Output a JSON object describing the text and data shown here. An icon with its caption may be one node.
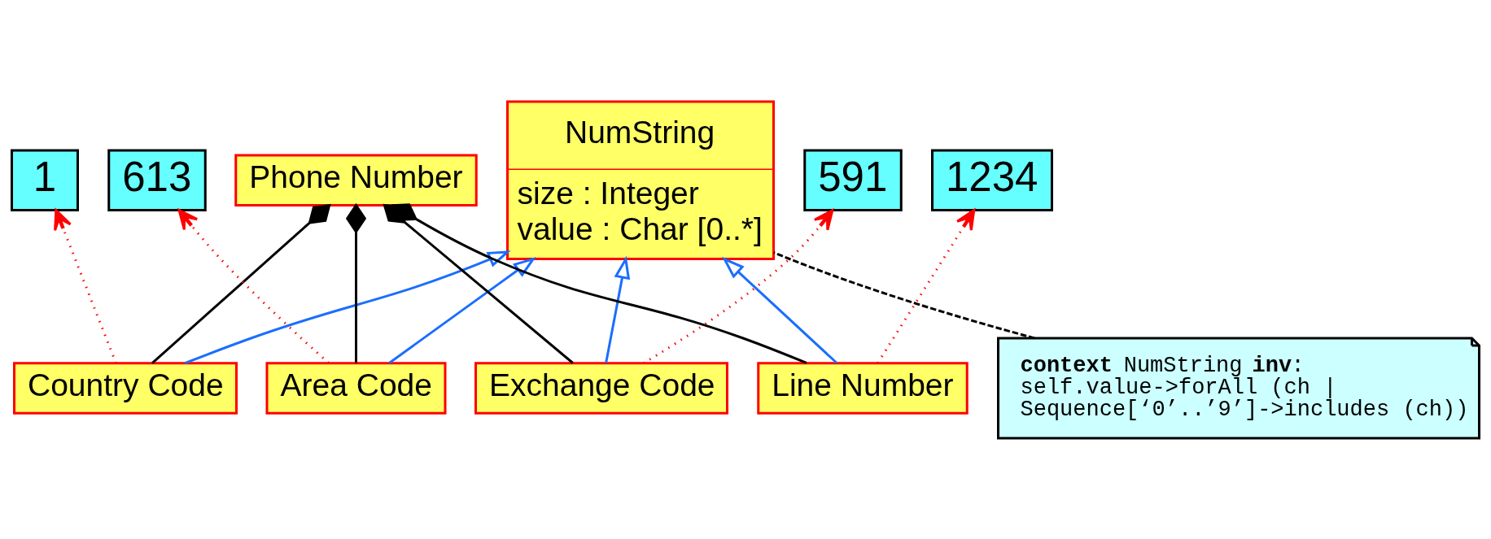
{
  "diagram": {
    "nodes": [
      {
        "text": [
          "1"
        ]
      },
      {
        "text": [
          "613"
        ]
      },
      {
        "text": [
          "591"
        ]
      },
      {
        "text": [
          "1234"
        ]
      },
      {
        "text": [
          "NumString",
          "size : Integer",
          "value : Char [0..*]"
        ]
      },
      {
        "text": [
          "Phone Number"
        ]
      },
      {
        "text": [
          "Country Code"
        ]
      },
      {
        "text": [
          "Area Code"
        ]
      },
      {
        "text": [
          "Exchange Code"
        ]
      },
      {
        "text": [
          "Line Number"
        ]
      },
      {
        "text": [
          "**context** NumString **inv**:",
          "self.value->forAll (ch |",
          "Sequence[‘0’..’9’]->includes (ch))"
        ]
      }
    ],
    "edges": [
      {
        "from": 6,
        "to": 0,
        "arrow": "to",
        "style": "dashed",
        "color": "#ff0000"
      },
      {
        "from": 7,
        "to": 1,
        "arrow": "to",
        "style": "dashed",
        "color": "#ff0000"
      },
      {
        "from": 8,
        "to": 2,
        "arrow": "to",
        "style": "dashed",
        "color": "#ff0000"
      },
      {
        "from": 9,
        "to": 3,
        "arrow": "to",
        "style": "dashed",
        "color": "#ff0000"
      },
      {
        "from": 5,
        "to": 6,
        "arrow": "other"
      },
      {
        "from": 5,
        "to": 7,
        "arrow": "other"
      },
      {
        "from": 5,
        "to": 8,
        "arrow": "other"
      },
      {
        "from": 5,
        "to": 9,
        "arrow": "other"
      },
      {
        "from": 6,
        "to": 4,
        "arrow": "to",
        "color": "#1a6eff"
      },
      {
        "from": 7,
        "to": 4,
        "arrow": "to",
        "color": "#1a6eff"
      },
      {
        "from": 8,
        "to": 4,
        "arrow": "to",
        "color": "#1a6eff"
      },
      {
        "from": 9,
        "to": 4,
        "arrow": "to",
        "color": "#1a6eff"
      },
      {
        "from": 10,
        "to": 4,
        "arrow": "none",
        "style": "dashed"
      }
    ]
  }
}
